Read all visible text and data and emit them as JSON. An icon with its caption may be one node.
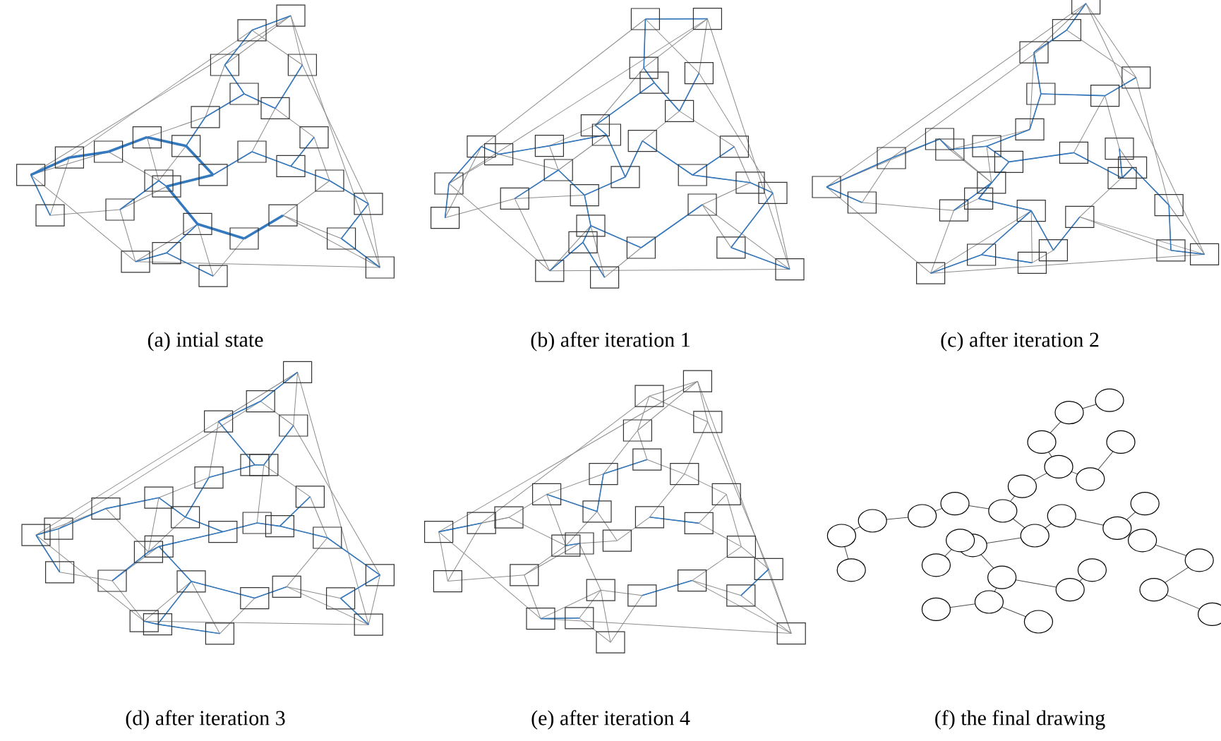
{
  "diagram": {
    "labels": [
      "(a) intial state",
      "(b) after iteration 1",
      "(c) after iteration 2",
      "(d) after iteration 3",
      "(e) after iteration 4",
      "(f) the final drawing"
    ]
  }
}
